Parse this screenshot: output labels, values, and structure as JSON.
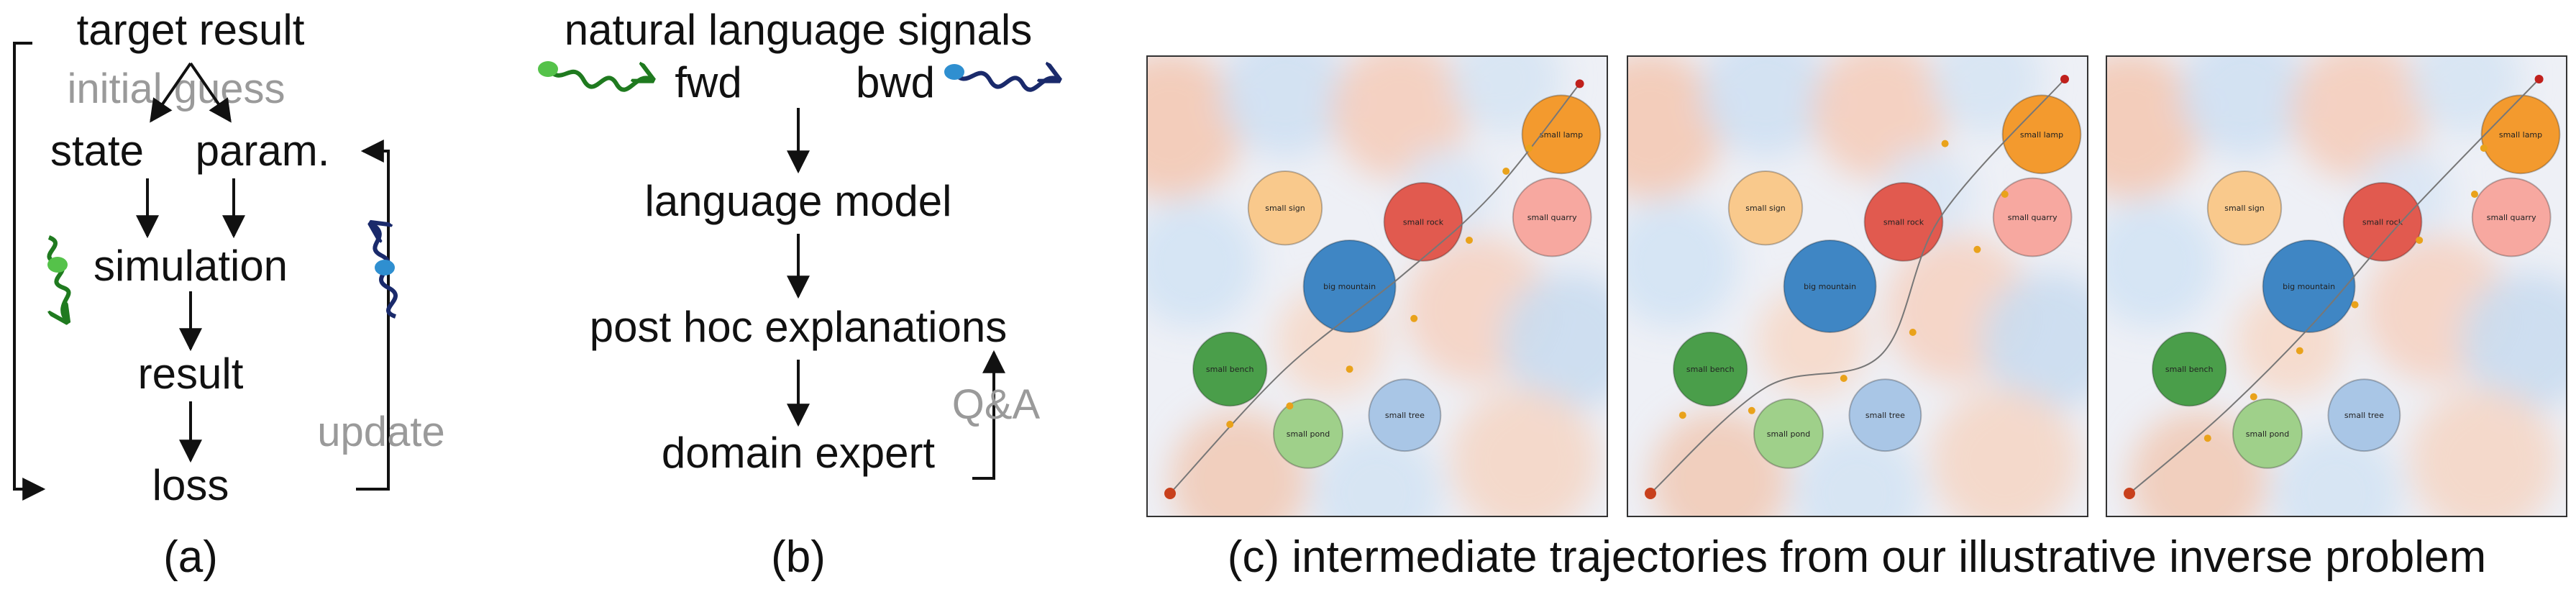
{
  "panel_a": {
    "target": "target result",
    "initial_guess": "initial guess",
    "state": "state",
    "param": "param.",
    "simulation": "simulation",
    "result": "result",
    "loss": "loss",
    "update": "update",
    "caption": "(a)"
  },
  "panel_b": {
    "signals": "natural language signals",
    "fwd": "fwd",
    "bwd": "bwd",
    "language_model": "language model",
    "explanations": "post hoc explanations",
    "domain_expert": "domain expert",
    "qa": "Q&A",
    "caption": "(b)"
  },
  "panel_c": {
    "caption": "(c) intermediate trajectories from our illustrative inverse problem",
    "objects": [
      {
        "label": "small lamp",
        "color": "#f39a2e"
      },
      {
        "label": "small sign",
        "color": "#f9c98c"
      },
      {
        "label": "small rock",
        "color": "#e15a4f"
      },
      {
        "label": "small quarry",
        "color": "#f7a8a0"
      },
      {
        "label": "big mountain",
        "color": "#3f86c4"
      },
      {
        "label": "small bench",
        "color": "#4a9e4a"
      },
      {
        "label": "small pond",
        "color": "#9fd08a"
      },
      {
        "label": "small tree",
        "color": "#a9c6e6"
      }
    ]
  },
  "colors": {
    "text": "#111111",
    "gray_text": "#9a9a9a",
    "fwd_green": "#1f7a1f",
    "bwd_navy": "#1a2a6b",
    "node_dot_green": "#55c24a",
    "node_dot_blue": "#2f8fd0",
    "trajectory_point": "#e9a21b",
    "start_point": "#c8401c",
    "end_point": "#c0201c"
  }
}
